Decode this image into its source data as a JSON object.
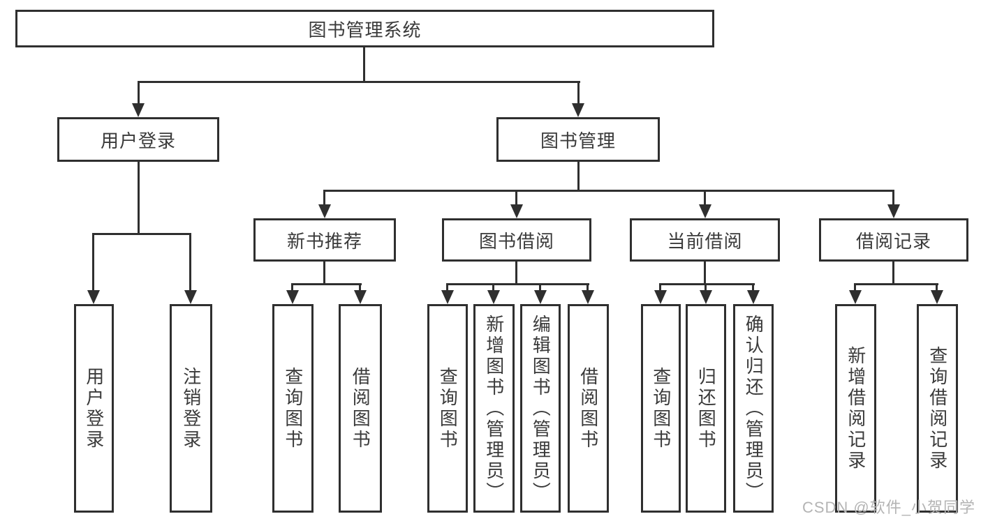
{
  "title": "图书管理系统",
  "watermark": "CSDN @软件_小贺同学",
  "tree": {
    "label": "图书管理系统",
    "children": [
      {
        "label": "用户登录",
        "children": [
          {
            "label": "用户登录"
          },
          {
            "label": "注销登录"
          }
        ]
      },
      {
        "label": "图书管理",
        "children": [
          {
            "label": "新书推荐",
            "children": [
              {
                "label": "查询图书"
              },
              {
                "label": "借阅图书"
              }
            ]
          },
          {
            "label": "图书借阅",
            "children": [
              {
                "label": "查询图书"
              },
              {
                "label": "新增图书（管理员）"
              },
              {
                "label": "编辑图书（管理员）"
              },
              {
                "label": "借阅图书"
              }
            ]
          },
          {
            "label": "当前借阅",
            "children": [
              {
                "label": "查询图书"
              },
              {
                "label": "归还图书"
              },
              {
                "label": "确认归还（管理员）"
              }
            ]
          },
          {
            "label": "借阅记录",
            "children": [
              {
                "label": "新增借阅记录"
              },
              {
                "label": "查询借阅记录"
              }
            ]
          }
        ]
      }
    ]
  }
}
